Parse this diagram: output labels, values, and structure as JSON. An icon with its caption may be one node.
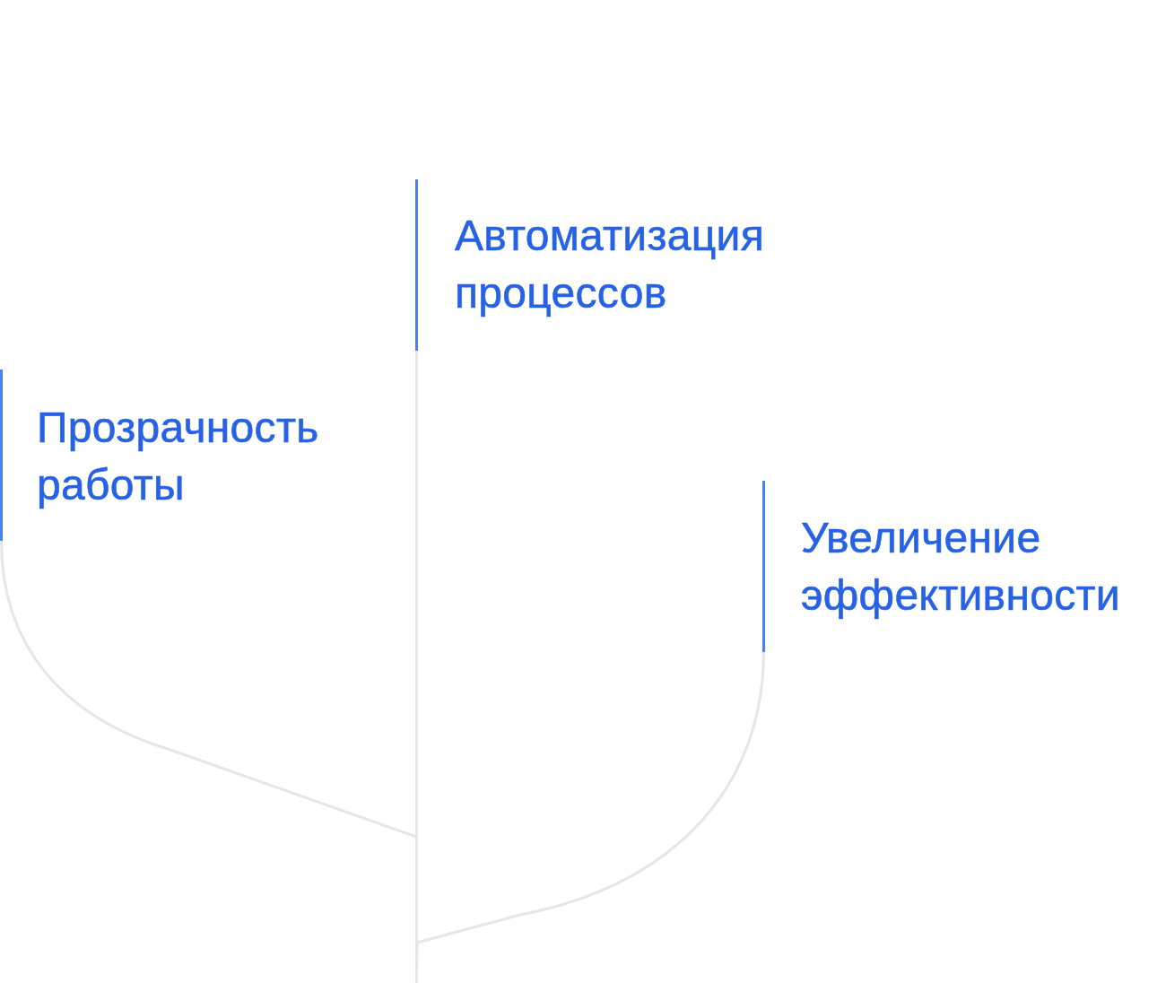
{
  "diagram": {
    "nodes": [
      {
        "text": [
          "Автоматизация процессов"
        ]
      },
      {
        "text": [
          "Прозрачность работы"
        ]
      },
      {
        "text": [
          "Увеличение эффективности"
        ]
      }
    ],
    "edges": [
      {
        "from": 0,
        "to": null,
        "arrow": "none"
      },
      {
        "from": 1,
        "to": null,
        "arrow": "none"
      },
      {
        "from": 2,
        "to": null,
        "arrow": "none"
      }
    ]
  }
}
